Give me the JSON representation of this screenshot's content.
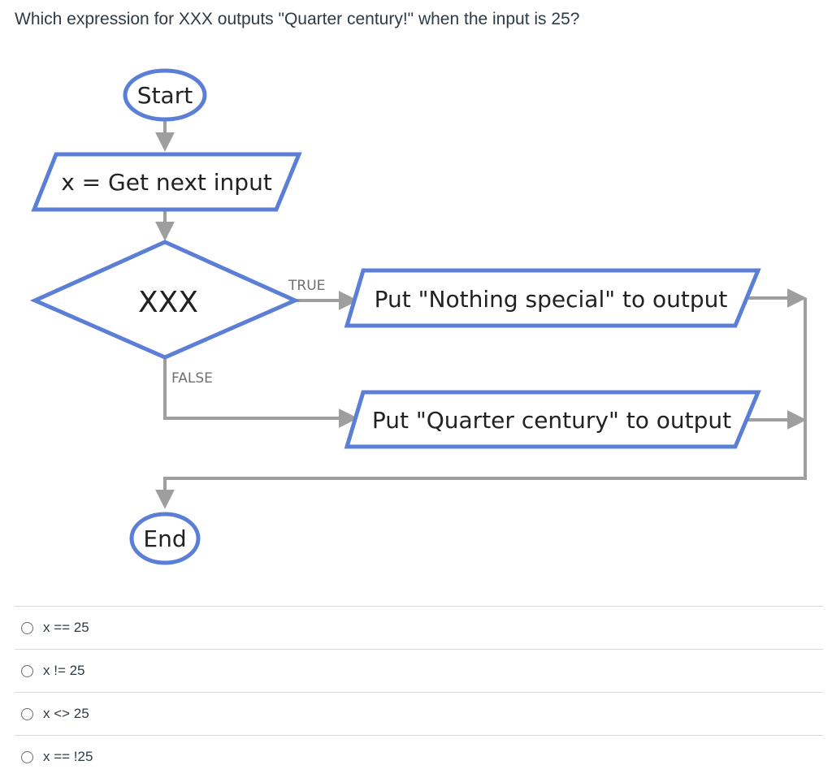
{
  "question": {
    "text": "Which expression for XXX outputs \"Quarter century!\" when the input is 25?"
  },
  "flowchart": {
    "start_label": "Start",
    "input_label": "x = Get next input",
    "decision_label": "XXX",
    "true_label": "TRUE",
    "false_label": "FALSE",
    "output_true_label": "Put \"Nothing special\" to output",
    "output_false_label": "Put \"Quarter century\" to output",
    "end_label": "End",
    "colors": {
      "shape_stroke": "#5b7fd6",
      "connector": "#9e9e9e"
    }
  },
  "answers": [
    {
      "label": "x == 25",
      "selected": false
    },
    {
      "label": "x != 25",
      "selected": false
    },
    {
      "label": "x <> 25",
      "selected": false
    },
    {
      "label": "x == !25",
      "selected": false
    }
  ]
}
